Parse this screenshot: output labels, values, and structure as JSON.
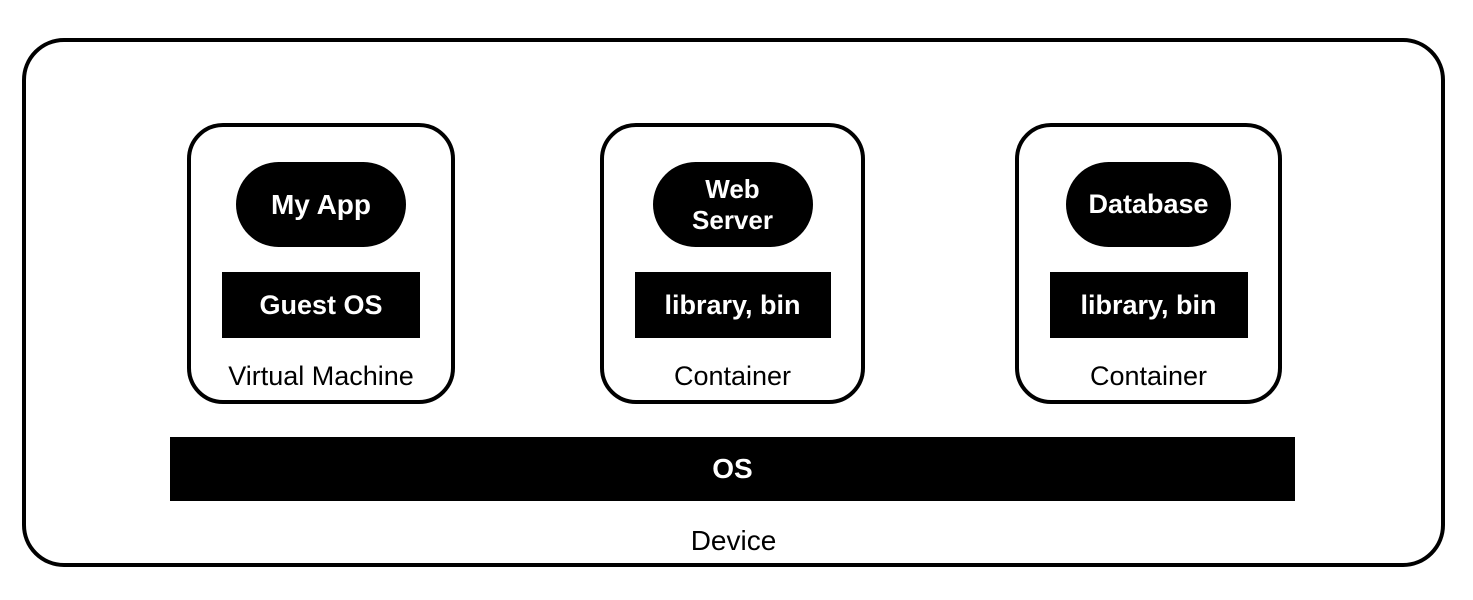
{
  "diagram": {
    "title_hint": "virtual-machine-vs-containers",
    "colors": {
      "background": "#ffffff",
      "border": "#000000",
      "fill": "#000000",
      "text_on_fill": "#ffffff",
      "text": "#000000"
    },
    "device_label": "Device",
    "os_bar_label": "OS",
    "units": [
      {
        "app_label": "My App",
        "layer_label": "Guest OS",
        "unit_label": "Virtual Machine"
      },
      {
        "app_label": "Web Server",
        "layer_label": "library, bin",
        "unit_label": "Container"
      },
      {
        "app_label": "Database",
        "layer_label": "library, bin",
        "unit_label": "Container"
      }
    ]
  }
}
